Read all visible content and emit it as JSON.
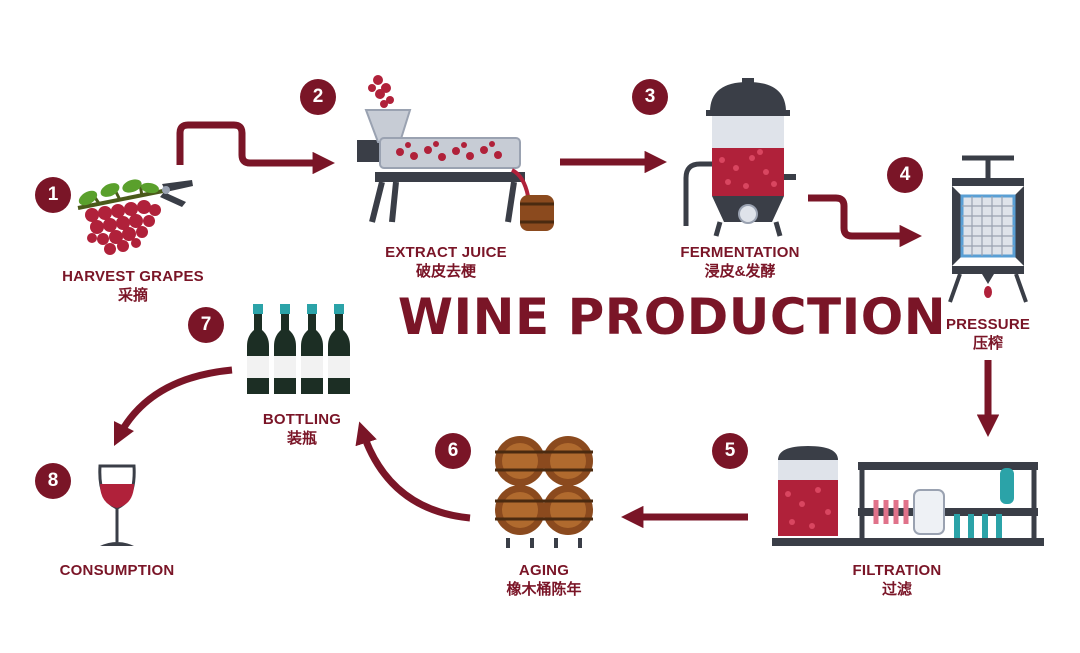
{
  "title": "WINE PRODUCTION",
  "colors": {
    "accent": "#7a1527",
    "steel": "#3a3e47",
    "metal": "#9aa2b1",
    "glass": "#dfe3ea",
    "wood": "#8b4a1e"
  },
  "steps": [
    {
      "number": "1",
      "label": "HARVEST GRAPES",
      "sublabel": "采摘"
    },
    {
      "number": "2",
      "label": "EXTRACT JUICE",
      "sublabel": "破皮去梗"
    },
    {
      "number": "3",
      "label": "FERMENTATION",
      "sublabel": "浸皮&发酵"
    },
    {
      "number": "4",
      "label": "PRESSURE",
      "sublabel": "压榨"
    },
    {
      "number": "5",
      "label": "FILTRATION",
      "sublabel": "过滤"
    },
    {
      "number": "6",
      "label": "AGING",
      "sublabel": "橡木桶陈年"
    },
    {
      "number": "7",
      "label": "BOTTLING",
      "sublabel": "装瓶"
    },
    {
      "number": "8",
      "label": "CONSUMPTION",
      "sublabel": ""
    }
  ],
  "icons": [
    "grapes-icon",
    "crusher-icon",
    "fermentation-tank-icon",
    "wine-press-icon",
    "filtration-machine-icon",
    "barrels-icon",
    "bottles-icon",
    "wine-glass-icon"
  ]
}
